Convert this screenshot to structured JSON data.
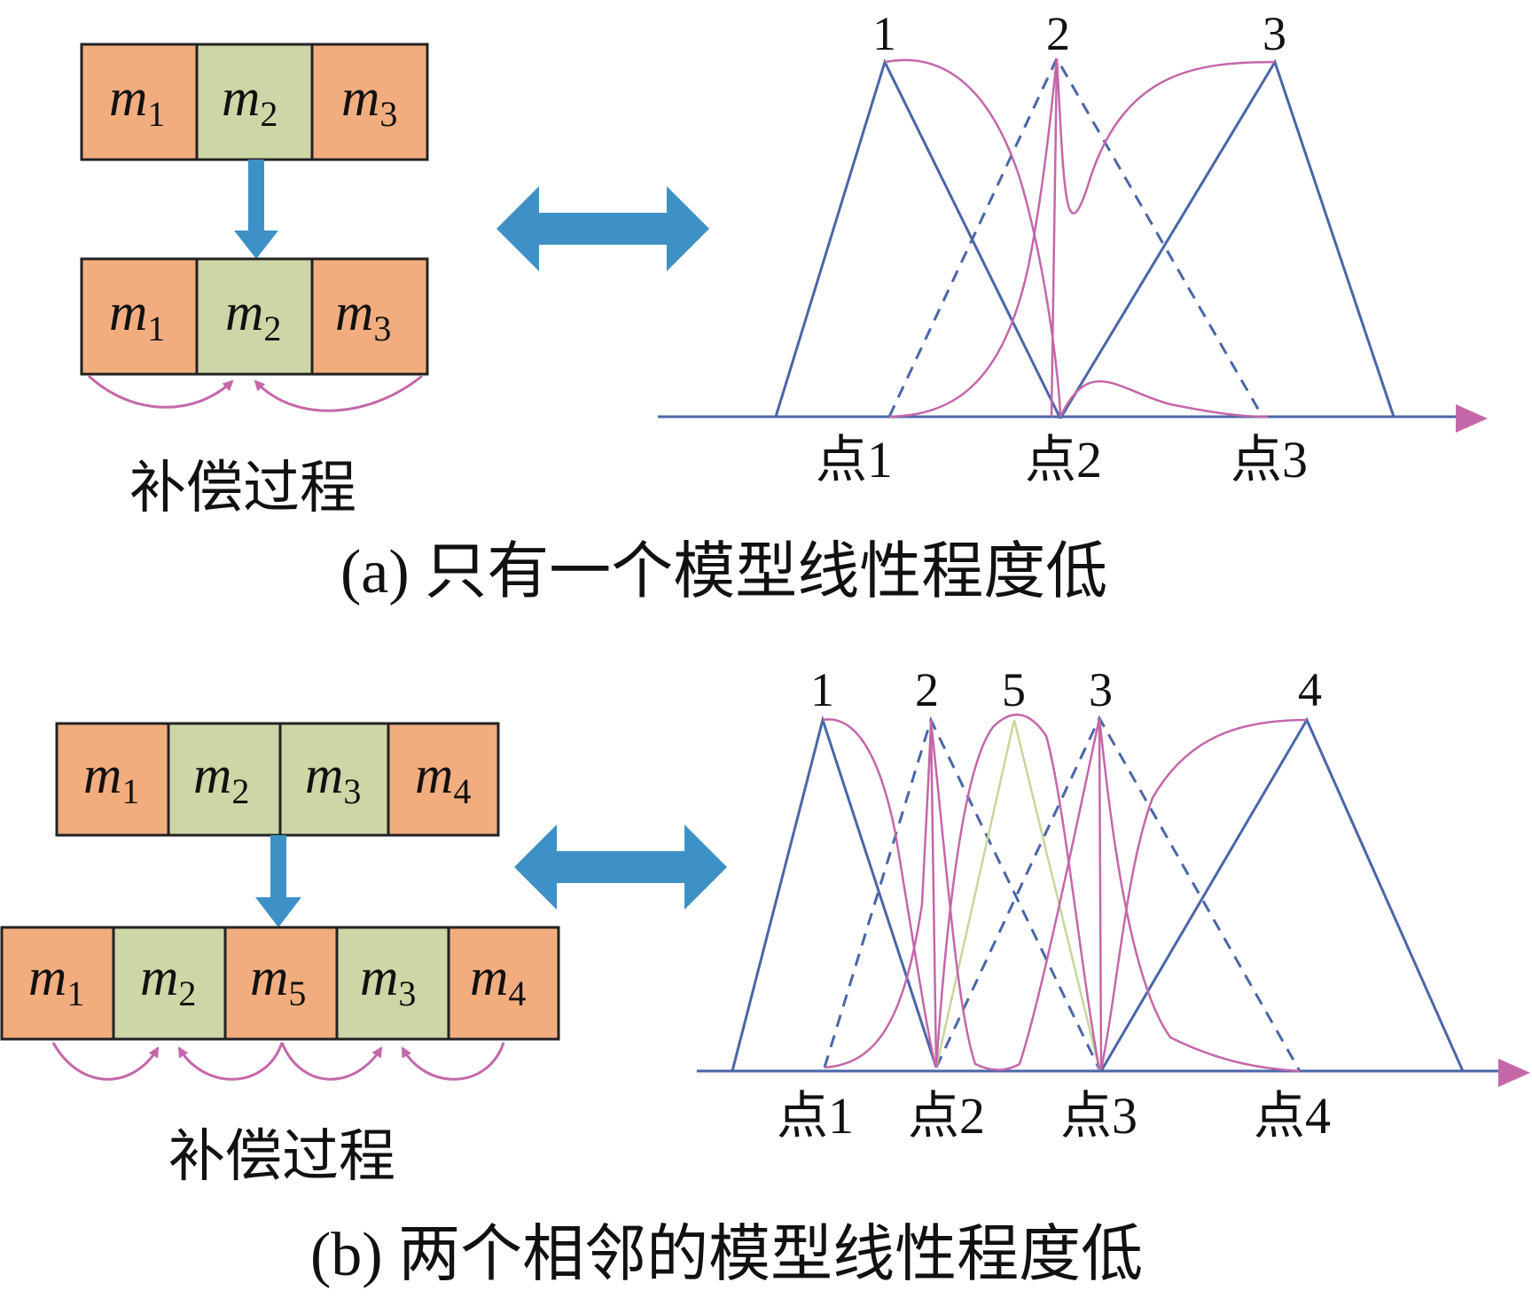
{
  "colors": {
    "low_linearity_cell": "#f2ad7f",
    "normal_cell": "#cdd6a6",
    "cell_border": "#222222",
    "blue_arrow": "#3e91c6",
    "membership_line": "#4a66a8",
    "curve": "#c467a9",
    "new_model_line": "#c7d69c"
  },
  "panel_a": {
    "caption": "(a)  只有一个模型线性程度低",
    "process_label": "补偿过程",
    "top_row": [
      {
        "main": "m",
        "sub": "1",
        "kind": "low"
      },
      {
        "main": "m",
        "sub": "2",
        "kind": "normal"
      },
      {
        "main": "m",
        "sub": "3",
        "kind": "low"
      }
    ],
    "bottom_row": [
      {
        "main": "m",
        "sub": "1",
        "kind": "low"
      },
      {
        "main": "m",
        "sub": "2",
        "kind": "normal"
      },
      {
        "main": "m",
        "sub": "3",
        "kind": "low"
      }
    ],
    "peak_labels": [
      "1",
      "2",
      "3"
    ],
    "point_labels": [
      "点1",
      "点2",
      "点3"
    ]
  },
  "panel_b": {
    "caption": "(b)  两个相邻的模型线性程度低",
    "process_label": "补偿过程",
    "top_row": [
      {
        "main": "m",
        "sub": "1",
        "kind": "low"
      },
      {
        "main": "m",
        "sub": "2",
        "kind": "normal"
      },
      {
        "main": "m",
        "sub": "3",
        "kind": "normal"
      },
      {
        "main": "m",
        "sub": "4",
        "kind": "low"
      }
    ],
    "bottom_row": [
      {
        "main": "m",
        "sub": "1",
        "kind": "low"
      },
      {
        "main": "m",
        "sub": "2",
        "kind": "normal"
      },
      {
        "main": "m",
        "sub": "5",
        "kind": "low"
      },
      {
        "main": "m",
        "sub": "3",
        "kind": "normal"
      },
      {
        "main": "m",
        "sub": "4",
        "kind": "low"
      }
    ],
    "peak_labels": [
      "1",
      "2",
      "5",
      "3",
      "4"
    ],
    "point_labels": [
      "点1",
      "点2",
      "点3",
      "点4"
    ]
  }
}
